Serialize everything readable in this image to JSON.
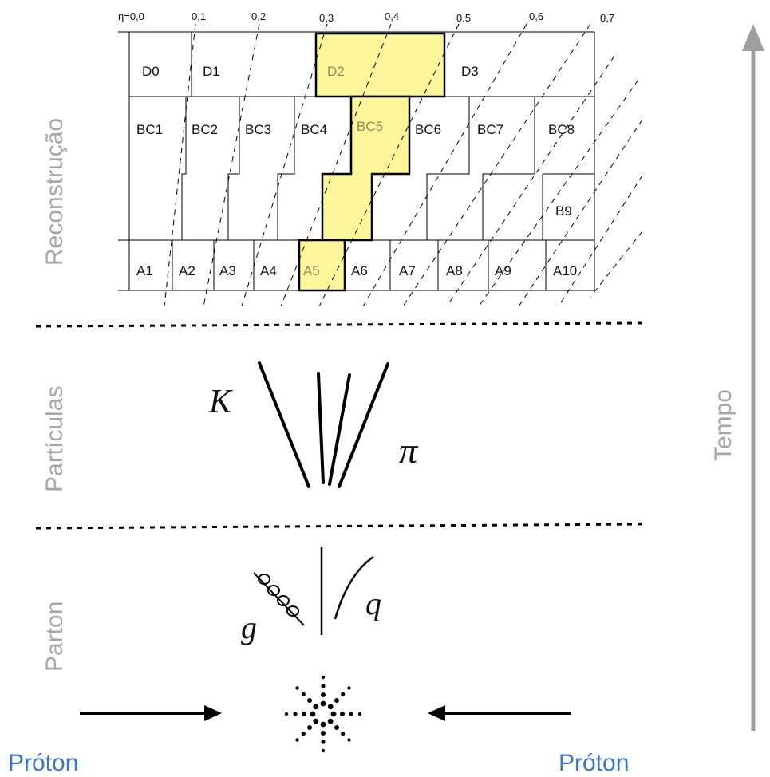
{
  "eta_labels": [
    "η=0,0",
    "0,1",
    "0,2",
    "0,3",
    "0,4",
    "0,5",
    "0,6",
    "0,7"
  ],
  "cells": {
    "d": [
      "D0",
      "D1",
      "D2",
      "D3"
    ],
    "bc": [
      "BC1",
      "BC2",
      "BC3",
      "BC4",
      "BC5",
      "BC6",
      "BC7",
      "BC8"
    ],
    "b": [
      "B9"
    ],
    "a": [
      "A1",
      "A2",
      "A3",
      "A4",
      "A5",
      "A6",
      "A7",
      "A8",
      "A9",
      "A10"
    ]
  },
  "highlighted": [
    "D2",
    "BC5",
    "A5"
  ],
  "highlight_color": "#fdf79b",
  "particles": {
    "kaon": "K",
    "pion": "π"
  },
  "partons": {
    "gluon": "g",
    "quark": "q"
  },
  "labels": {
    "reconstruction": "Reconstrução",
    "particles": "Partículas",
    "parton": "Parton",
    "time": "Tempo",
    "proton_left": "Próton",
    "proton_right": "Próton"
  },
  "colors": {
    "side_text": "#a6a6a6",
    "proton_text": "#3a76c4",
    "time_arrow": "#9e9e9e"
  }
}
